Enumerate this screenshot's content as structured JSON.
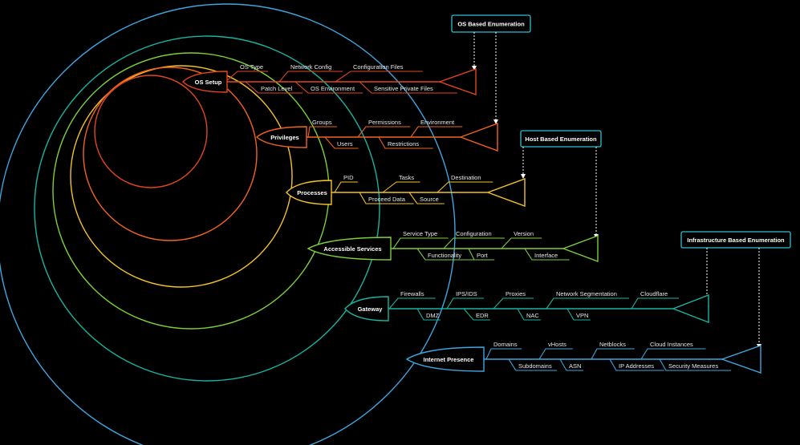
{
  "colors": {
    "background": "#000000",
    "os_setup": "#e2451f",
    "privileges": "#f2641e",
    "processes": "#f4c22a",
    "accessible_services": "#7ccf3a",
    "gateway": "#19b3a0",
    "internet_presence": "#3ea6e0",
    "category_box": "#2ec0cf",
    "text": "#ffffff"
  },
  "categories": {
    "os": "OS Based Enumeration",
    "host": "Host Based Enumeration",
    "infra": "Infrastructure Based Enumeration"
  },
  "layers": [
    {
      "id": "os_setup",
      "name": "OS Setup",
      "top": [
        "OS Type",
        "Network Config",
        "Configuration Files"
      ],
      "bottom": [
        "Patch Level",
        "OS Environment",
        "Sensitive Private Files"
      ]
    },
    {
      "id": "privileges",
      "name": "Privileges",
      "top": [
        "Groups",
        "Permissions",
        "Environment"
      ],
      "bottom": [
        "Users",
        "Restrictions"
      ]
    },
    {
      "id": "processes",
      "name": "Processes",
      "top": [
        "PID",
        "Tasks",
        "Destination"
      ],
      "bottom": [
        "Proceed Data",
        "Source"
      ]
    },
    {
      "id": "accessible_services",
      "name": "Accessible Services",
      "top": [
        "Service Type",
        "Configuration",
        "Version"
      ],
      "bottom": [
        "Functionality",
        "Port",
        "Interface"
      ]
    },
    {
      "id": "gateway",
      "name": "Gateway",
      "top": [
        "Firewalls",
        "IPS/IDS",
        "Proxies",
        "Network Segmentation",
        "Cloudflare"
      ],
      "bottom": [
        "DMZ",
        "EDR",
        "NAC",
        "VPN"
      ]
    },
    {
      "id": "internet_presence",
      "name": "Internet Presence",
      "top": [
        "Domains",
        "vHosts",
        "Netblocks",
        "Cloud Instances"
      ],
      "bottom": [
        "Subdomains",
        "ASN",
        "IP Addresses",
        "Security Measures"
      ]
    }
  ]
}
